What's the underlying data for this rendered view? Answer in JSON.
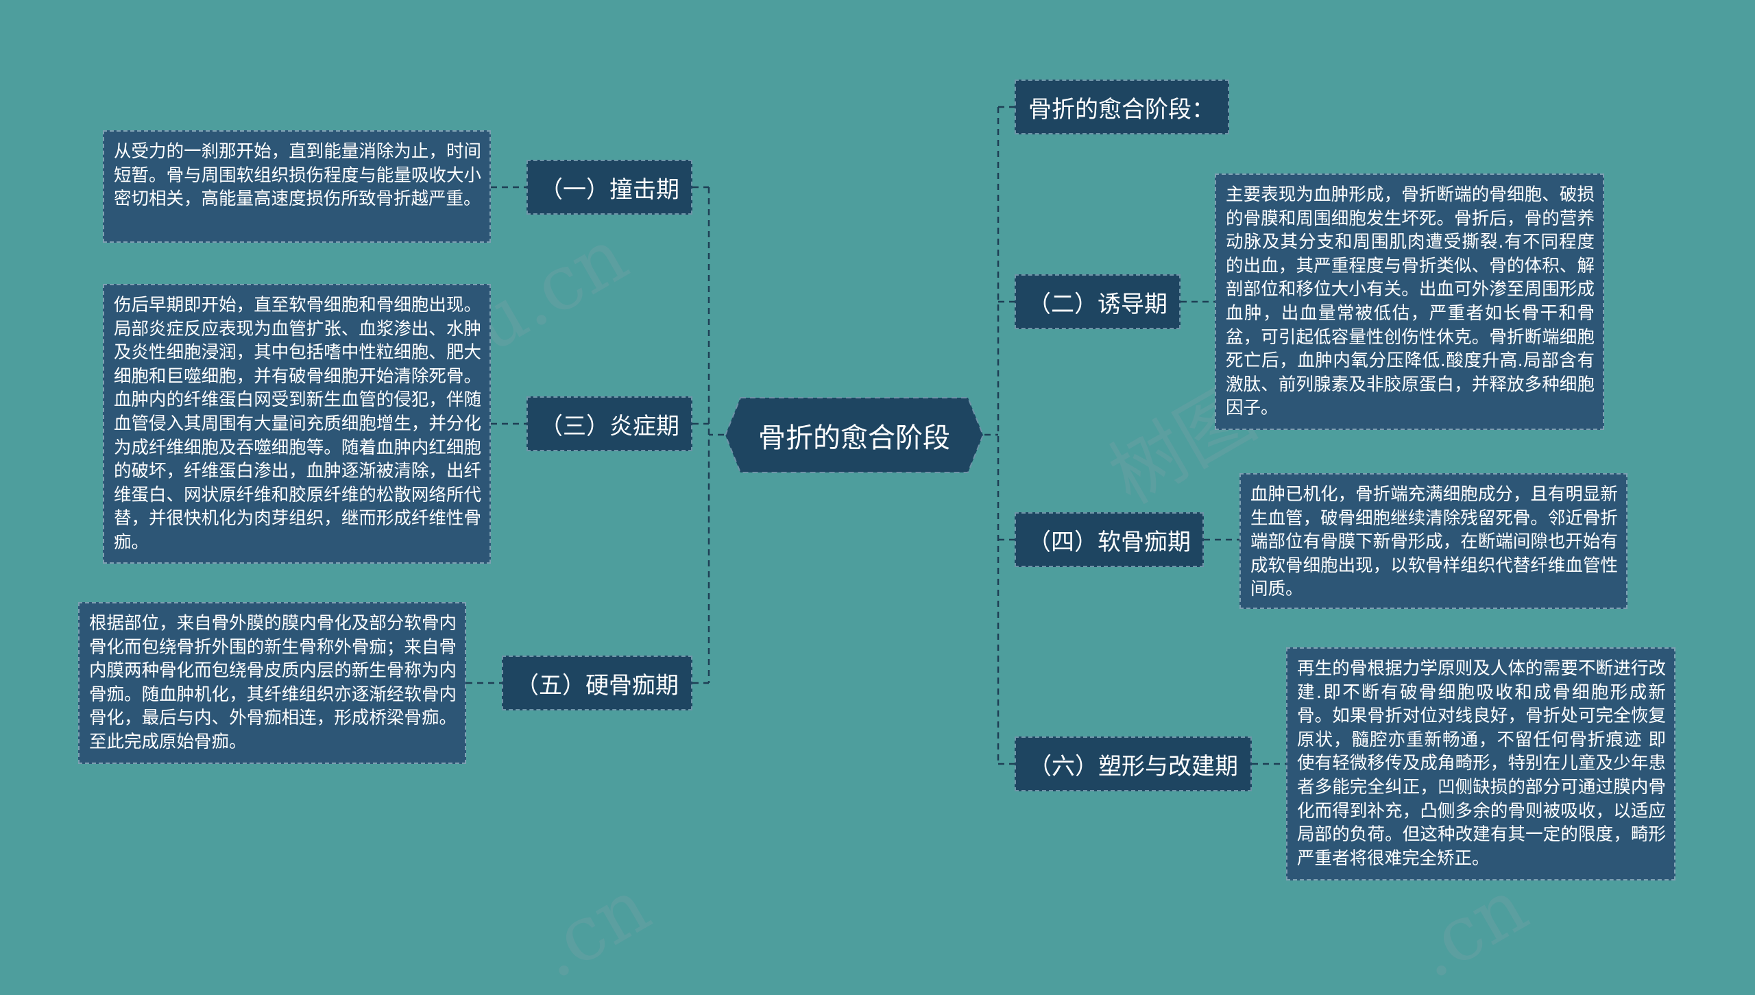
{
  "root": {
    "label": "骨折的愈合阶段"
  },
  "intro": {
    "label": "骨折的愈合阶段："
  },
  "branches": [
    {
      "label": "（一）撞击期",
      "detail": "从受力的一刹那开始，直到能量消除为止，时间短暂。骨与周围软组织损伤程度与能量吸收大小密切相关，高能量高速度损伤所致骨折越严重。"
    },
    {
      "label": "（三）炎症期",
      "detail": "伤后早期即开始，直至软骨细胞和骨细胞出现。局部炎症反应表现为血管扩张、血浆渗出、水肿及炎性细胞浸润，其中包括嗜中性粒细胞、肥大细胞和巨噬细胞，并有破骨细胞开始清除死骨。血肿内的纤维蛋白网受到新生血管的侵犯，伴随血管侵入其周围有大量间充质细胞增生，并分化为成纤维细胞及吞噬细胞等。随着血肿内红细胞的破坏，纤维蛋白渗出，血肿逐渐被清除，出纤维蛋白、网状原纤维和胶原纤维的松散网络所代替，并很快机化为肉芽组织，继而形成纤维性骨痂。"
    },
    {
      "label": "（五）硬骨痂期",
      "detail": "根据部位，来自骨外膜的膜内骨化及部分软骨内骨化而包绕骨折外围的新生骨称外骨痂；来自骨内膜两种骨化而包绕骨皮质内层的新生骨称为内骨痂。随血肿机化，其纤维组织亦逐渐经软骨内骨化，最后与内、外骨痂相连，形成桥梁骨痂。至此完成原始骨痂。"
    },
    {
      "label": "（二）诱导期",
      "detail": "主要表现为血肿形成，骨折断端的骨细胞、破损的骨膜和周围细胞发生坏死。骨折后，骨的营养动脉及其分支和周围肌肉遭受撕裂.有不同程度的出血，其严重程度与骨折类似、骨的体积、解剖部位和移位大小有关。出血可外渗至周围形成血肿，出血量常被低估，严重者如长骨干和骨盆，可引起低容量性创伤性休克。骨折断端细胞死亡后，血肿内氧分压降低.酸度升高.局部含有激肽、前列腺素及非胶原蛋白，并释放多种细胞因子。"
    },
    {
      "label": "（四）软骨痂期",
      "detail": "血肿已机化，骨折端充满细胞成分，且有明显新生血管，破骨细胞继续清除残留死骨。邻近骨折端部位有骨膜下新骨形成，在断端间隙也开始有成软骨细胞出现，以软骨样组织代替纤维血管性间质。"
    },
    {
      "label": "（六）塑形与改建期",
      "detail": "再生的骨根据力学原则及人体的需要不断进行改建.即不断有破骨细胞吸收和成骨细胞形成新骨。如果骨折对位对线良好，骨折处可完全恢复原状，髓腔亦重新畅通，不留任何骨折痕迹 即使有轻微移传及成角畸形，特别在儿童及少年患者多能完全纠正，凹侧缺损的部分可通过膜内骨化而得到补充，凸侧多余的骨则被吸收，以适应局部的负荷。但这种改建有其一定的限度，畸形严重者将很难完全矫正。"
    }
  ],
  "colors": {
    "background": "#4e9e9d",
    "node": "#1e4561",
    "detail": "#2d5676",
    "line": "#1e3f55"
  }
}
